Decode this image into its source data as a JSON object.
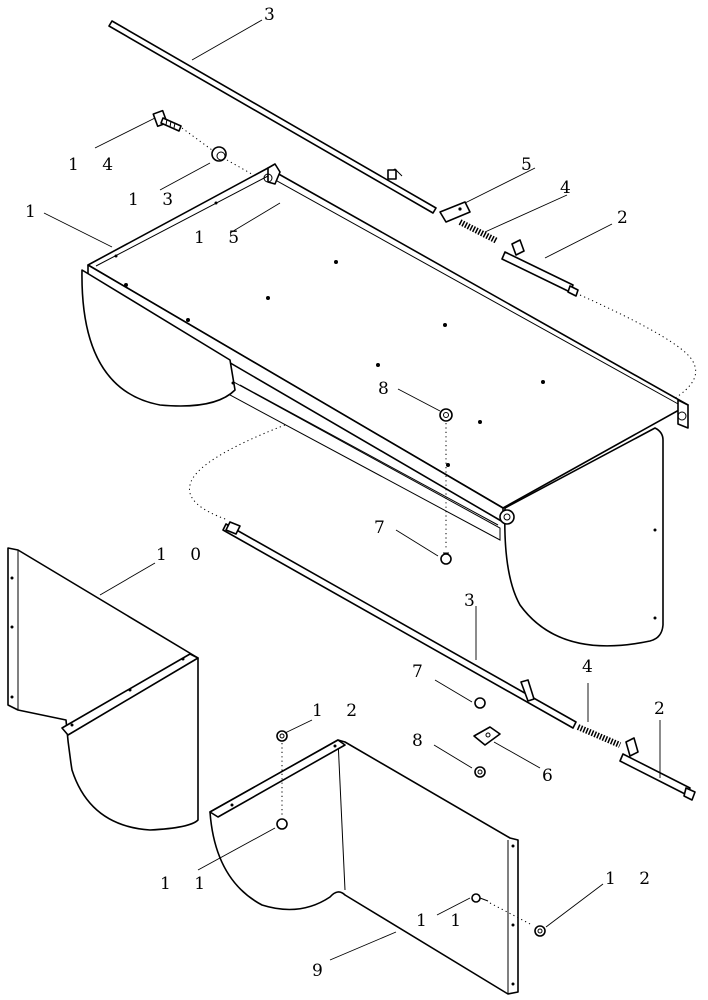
{
  "callouts": {
    "c1": "1",
    "c2a": "2",
    "c2b": "2",
    "c3a": "3",
    "c3b": "3",
    "c4a": "4",
    "c4b": "4",
    "c5": "5",
    "c6": "6",
    "c7a": "7",
    "c7b": "7",
    "c8a": "8",
    "c8b": "8",
    "c9": "9",
    "c10": "1 0",
    "c11a": "1 1",
    "c11b": "1 1",
    "c12a": "1 2",
    "c12b": "1 2",
    "c13": "1 3",
    "c14": "1 4",
    "c15": "1 5"
  }
}
